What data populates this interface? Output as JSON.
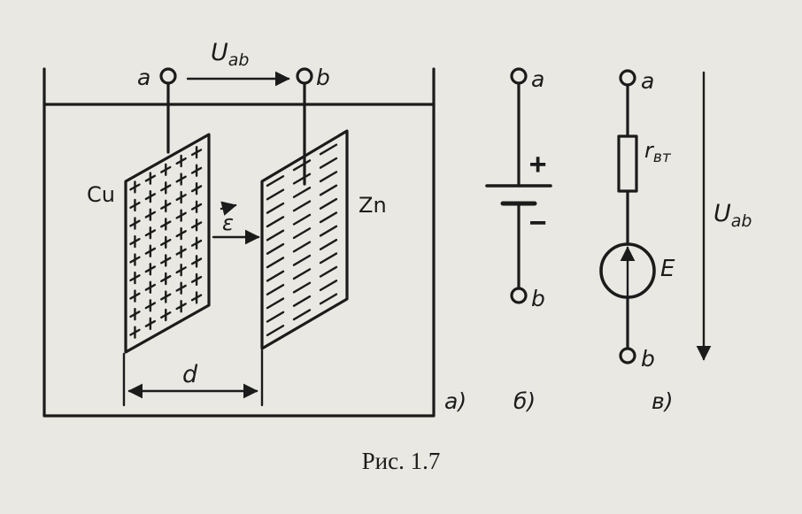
{
  "figure": {
    "caption": "Рис. 1.7",
    "panel_a": {
      "terminal_a": "a",
      "terminal_b": "b",
      "voltage_main": "U",
      "voltage_sub": "ab",
      "electrode_left": "Cu",
      "electrode_right": "Zn",
      "field": "ε",
      "distance": "d",
      "panel_label": "a)"
    },
    "panel_b": {
      "terminal_a": "a",
      "terminal_b": "b",
      "plus_sign": "+",
      "minus_sign": "−",
      "panel_label": "б)"
    },
    "panel_c": {
      "terminal_a": "a",
      "terminal_b": "b",
      "resistor_main": "r",
      "resistor_sub": "вт",
      "emf": "E",
      "voltage_main": "U",
      "voltage_sub": "ab",
      "panel_label": "в)"
    }
  }
}
